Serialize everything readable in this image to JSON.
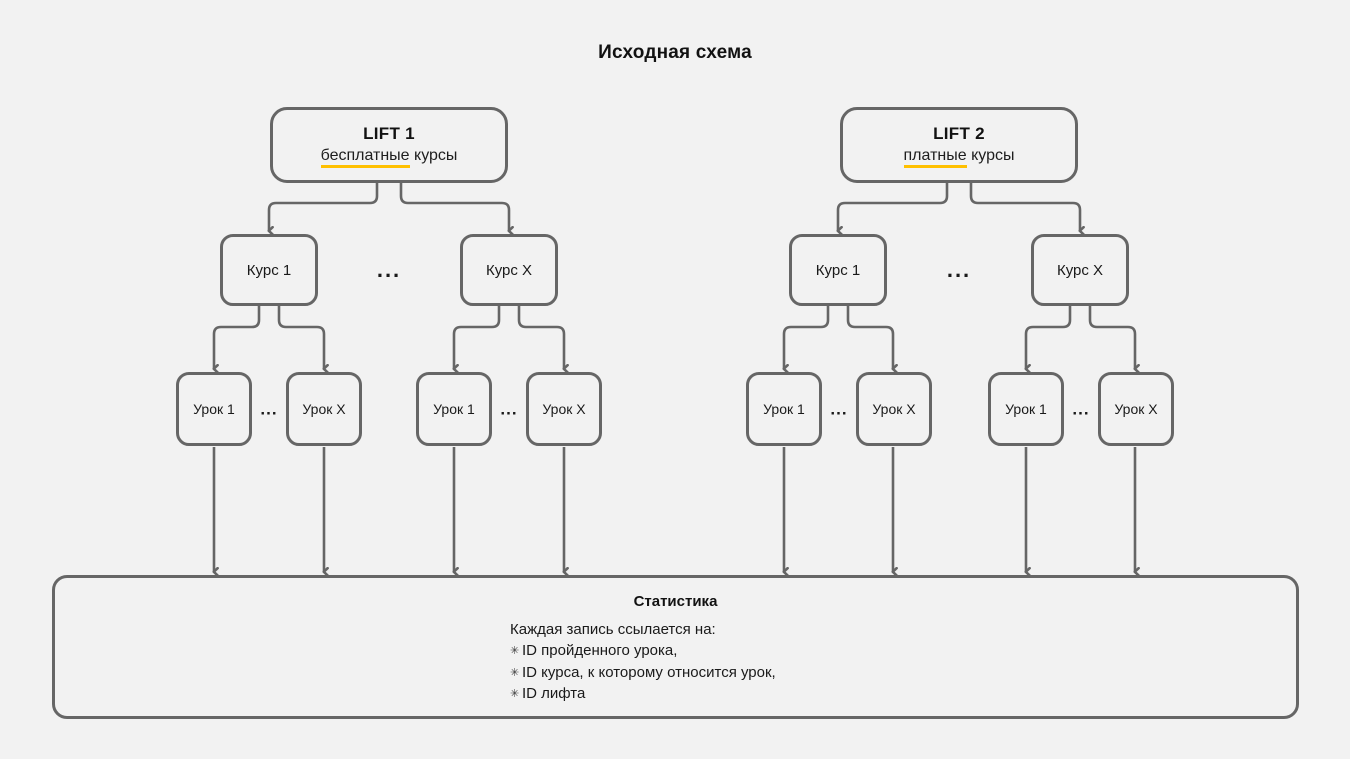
{
  "title": "Исходная схема",
  "colors": {
    "background": "#f2f2f2",
    "stroke": "#666666",
    "text": "#1a1a1a",
    "highlight": "#ffc000"
  },
  "lifts": [
    {
      "title": "LIFT 1",
      "sub_highlight": "бесплатные",
      "sub_rest": " курсы"
    },
    {
      "title": "LIFT 2",
      "sub_highlight": "платные",
      "sub_rest": " курсы"
    }
  ],
  "courses": {
    "first_label": "Курс 1",
    "last_label": "Курс X",
    "ellipsis": "..."
  },
  "lessons": {
    "first_label": "Урок 1",
    "last_label": "Урок X",
    "ellipsis": "..."
  },
  "stats": {
    "title": "Статистика",
    "intro": "Каждая запись ссылается на:",
    "bullet_glyph": "✳",
    "items": [
      "ID пройденного урока,",
      "ID курса, к которому относится урок,",
      "ID лифта"
    ]
  }
}
